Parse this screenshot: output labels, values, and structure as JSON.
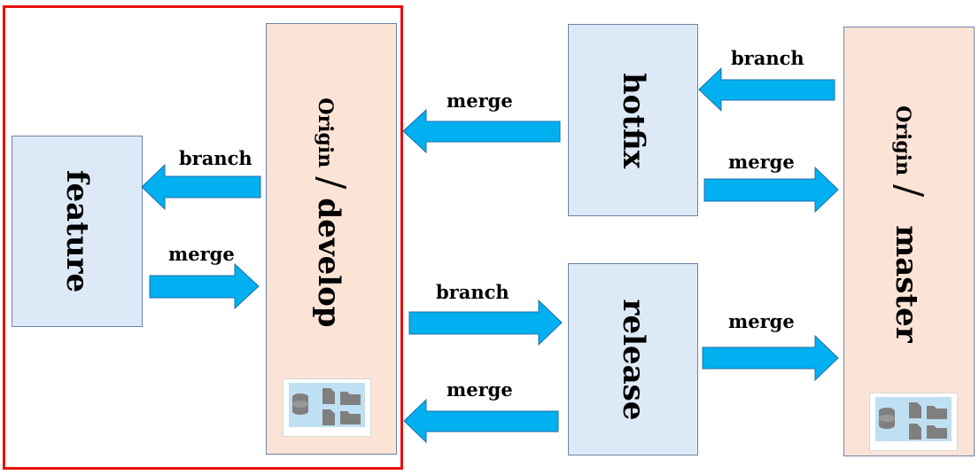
{
  "nodes": {
    "feature": "feature",
    "develop_prefix": "Origin",
    "develop_slash": "/",
    "develop_name": "develop",
    "hotfix": "hotfix",
    "release": "release",
    "master_prefix": "Origin",
    "master_slash": "/",
    "master_name": "master"
  },
  "edges": {
    "develop_to_feature": "branch",
    "feature_to_develop": "merge",
    "hotfix_to_develop": "merge",
    "master_to_hotfix": "branch",
    "hotfix_to_master": "merge",
    "develop_to_release": "branch",
    "release_to_develop": "merge",
    "release_to_master": "merge"
  },
  "colors": {
    "arrow": "#00b0f0",
    "highlight_frame": "#e81010",
    "branch_box": "#dde9f6",
    "origin_box": "#fbe4d6"
  },
  "icons": [
    "database-icon",
    "file-icon",
    "folder-icon"
  ]
}
